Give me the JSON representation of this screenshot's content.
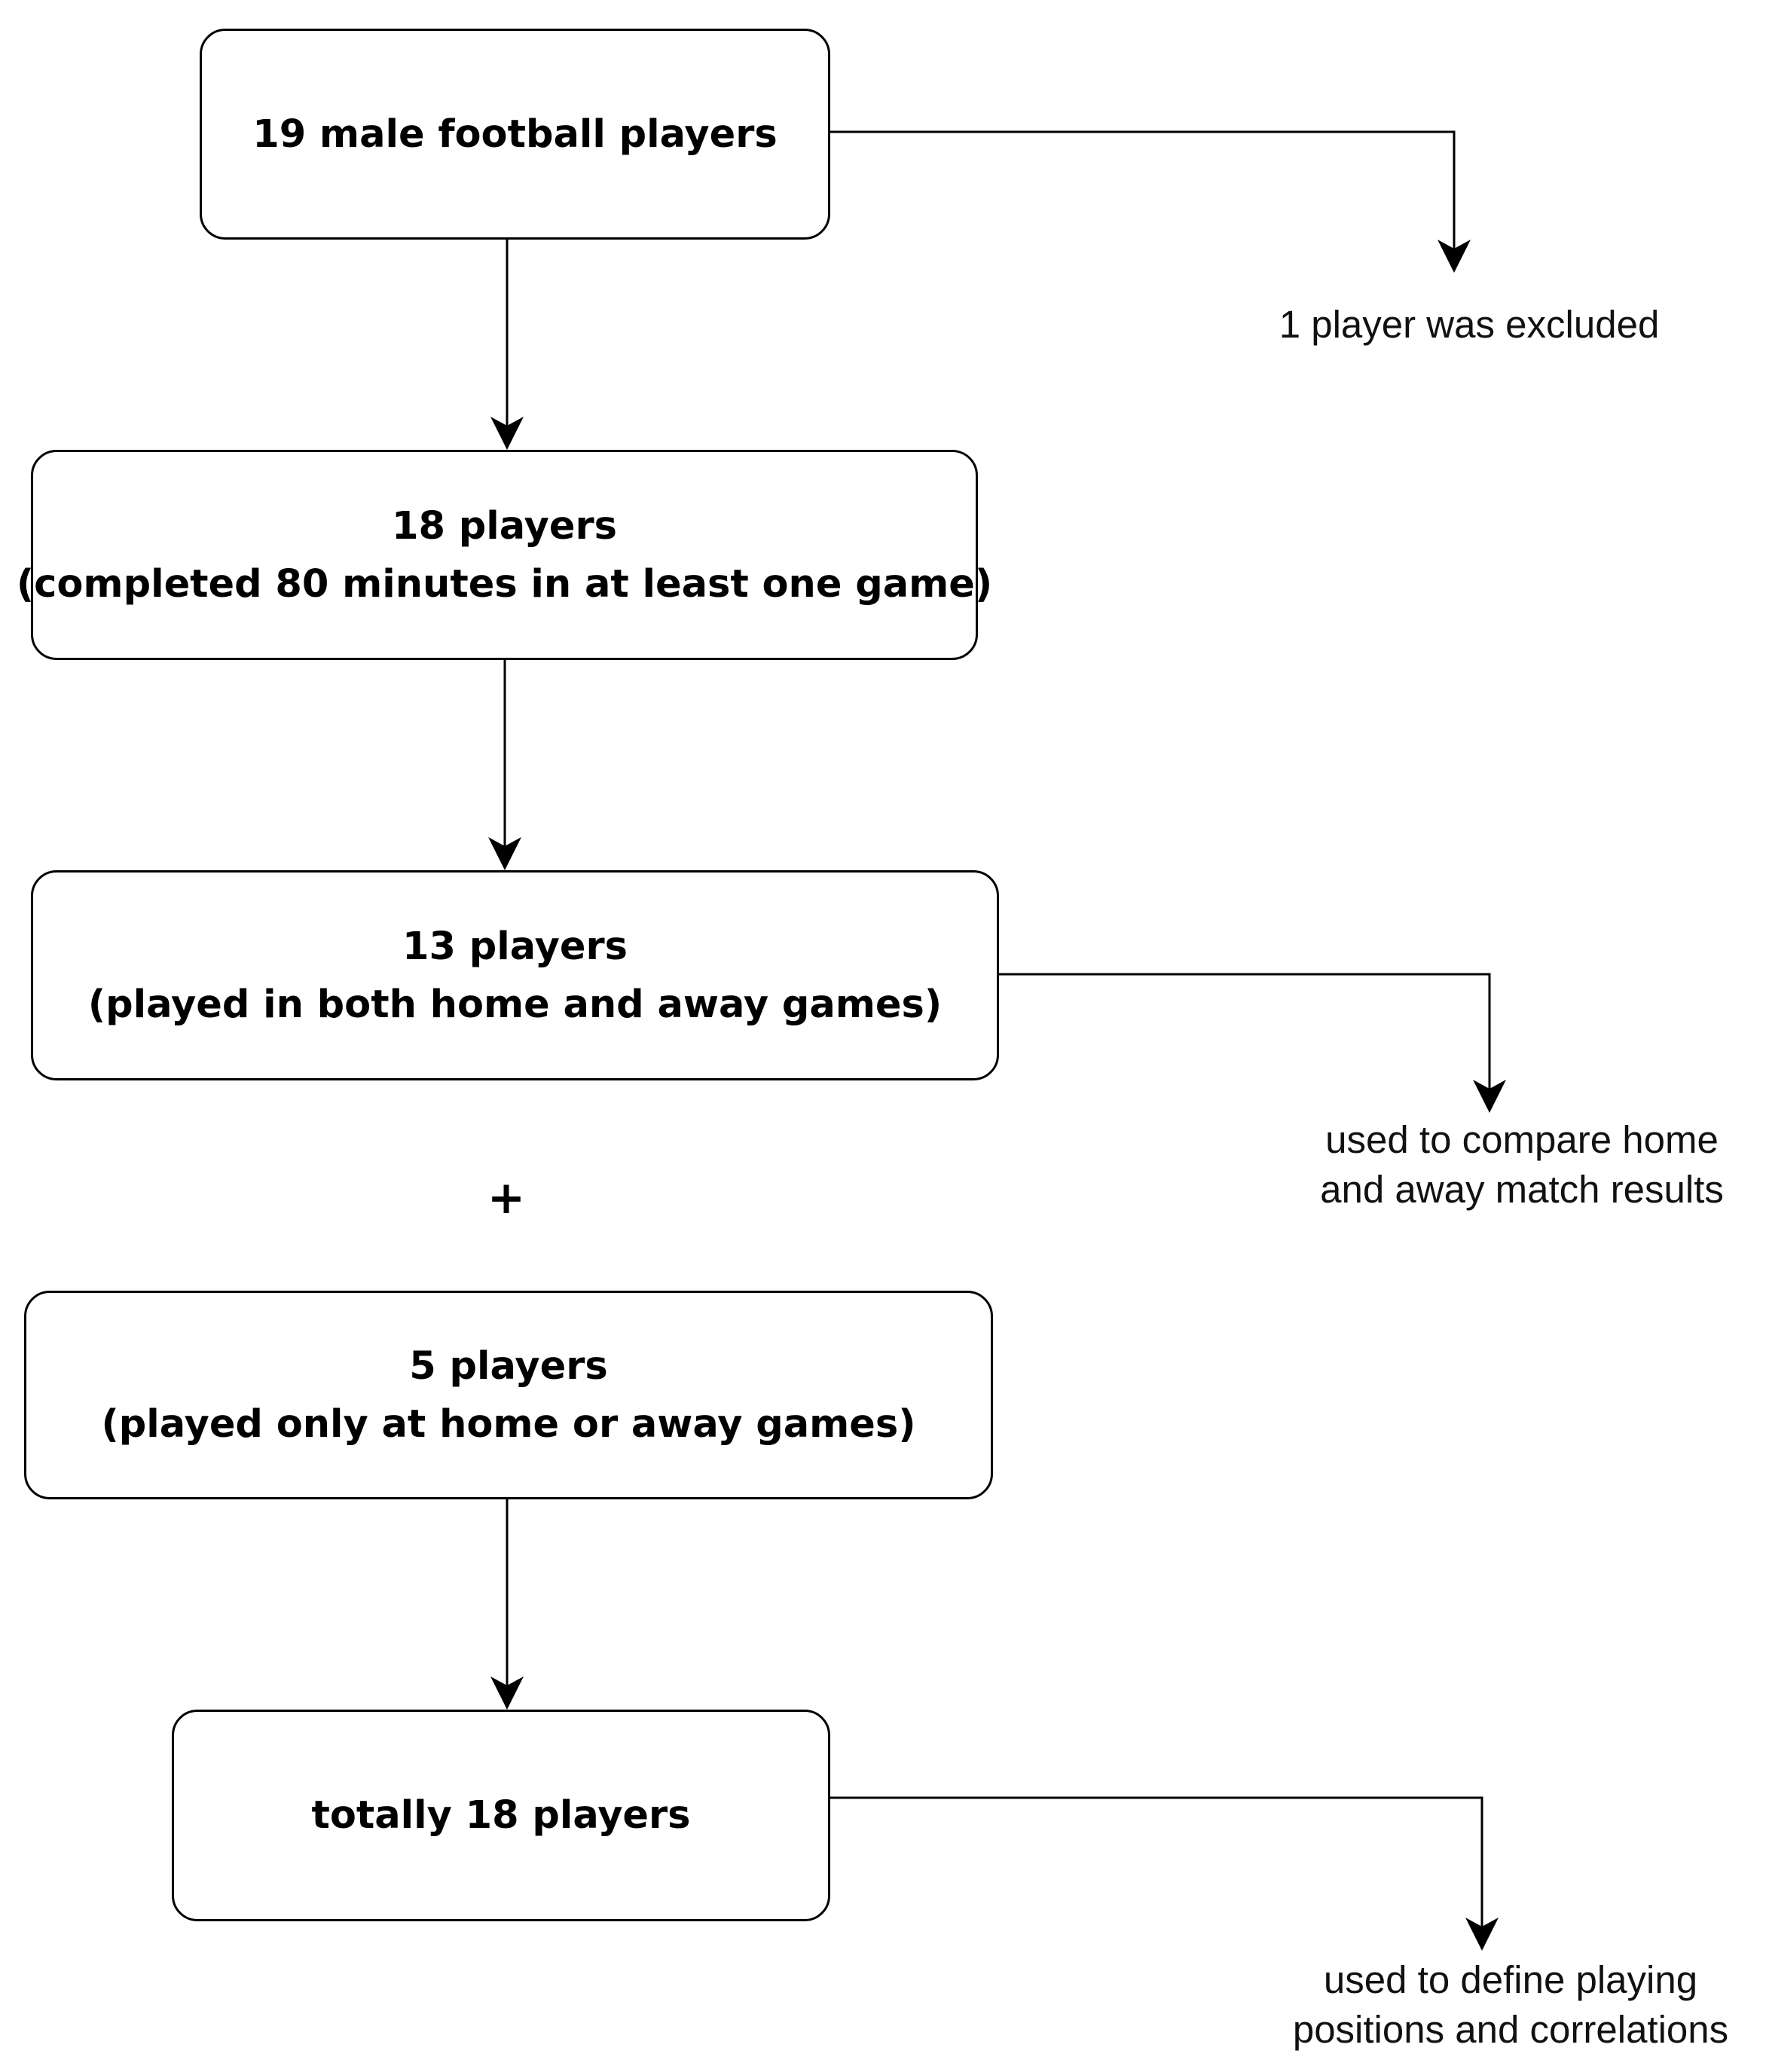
{
  "boxes": {
    "start": {
      "line1": "19 male football players"
    },
    "completed": {
      "line1": "18 players",
      "line2": "(completed 80 minutes in at least one game)"
    },
    "both": {
      "line1": "13 players",
      "line2": "(played in both home and away games)"
    },
    "only": {
      "line1": "5 players",
      "line2": "(played only at home or away games)"
    },
    "total": {
      "line1": "totally 18 players"
    }
  },
  "notes": {
    "excluded": {
      "line1": "1 player was excluded"
    },
    "compare": {
      "line1": "used to compare home",
      "line2": "and away match results"
    },
    "define": {
      "line1": "used to define playing",
      "line2": "positions and correlations"
    }
  },
  "plus_symbol": "+",
  "colors": {
    "stroke": "#000000",
    "background": "#ffffff"
  }
}
